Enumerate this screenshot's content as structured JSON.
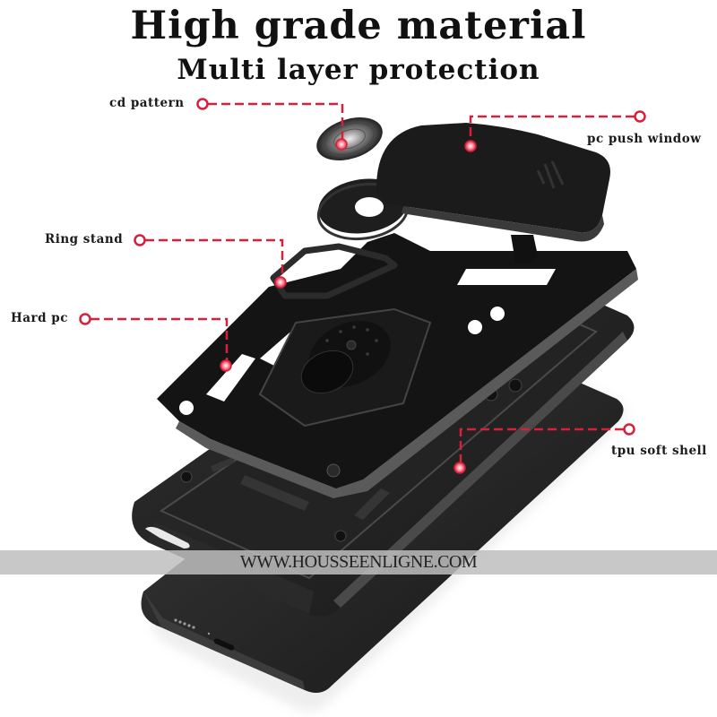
{
  "header": {
    "title": "High grade material",
    "subtitle": "Multi layer protection"
  },
  "callouts": [
    {
      "id": "cd-pattern",
      "label": "cd pattern",
      "side": "left"
    },
    {
      "id": "pc-push-window",
      "label": "pc push window",
      "side": "right"
    },
    {
      "id": "ring-stand",
      "label": "Ring stand",
      "side": "left"
    },
    {
      "id": "hard-pc",
      "label": "Hard pc",
      "side": "left"
    },
    {
      "id": "tpu-soft-shell",
      "label": "tpu soft shell",
      "side": "right"
    }
  ],
  "watermark": {
    "text": "WWW.HOUSSEENLIGNE.COM"
  },
  "colors": {
    "background": "#ffffff",
    "callout_red": "#d8203a",
    "case_black": "#1c1c1c",
    "banner_gray": "#bebebe"
  }
}
